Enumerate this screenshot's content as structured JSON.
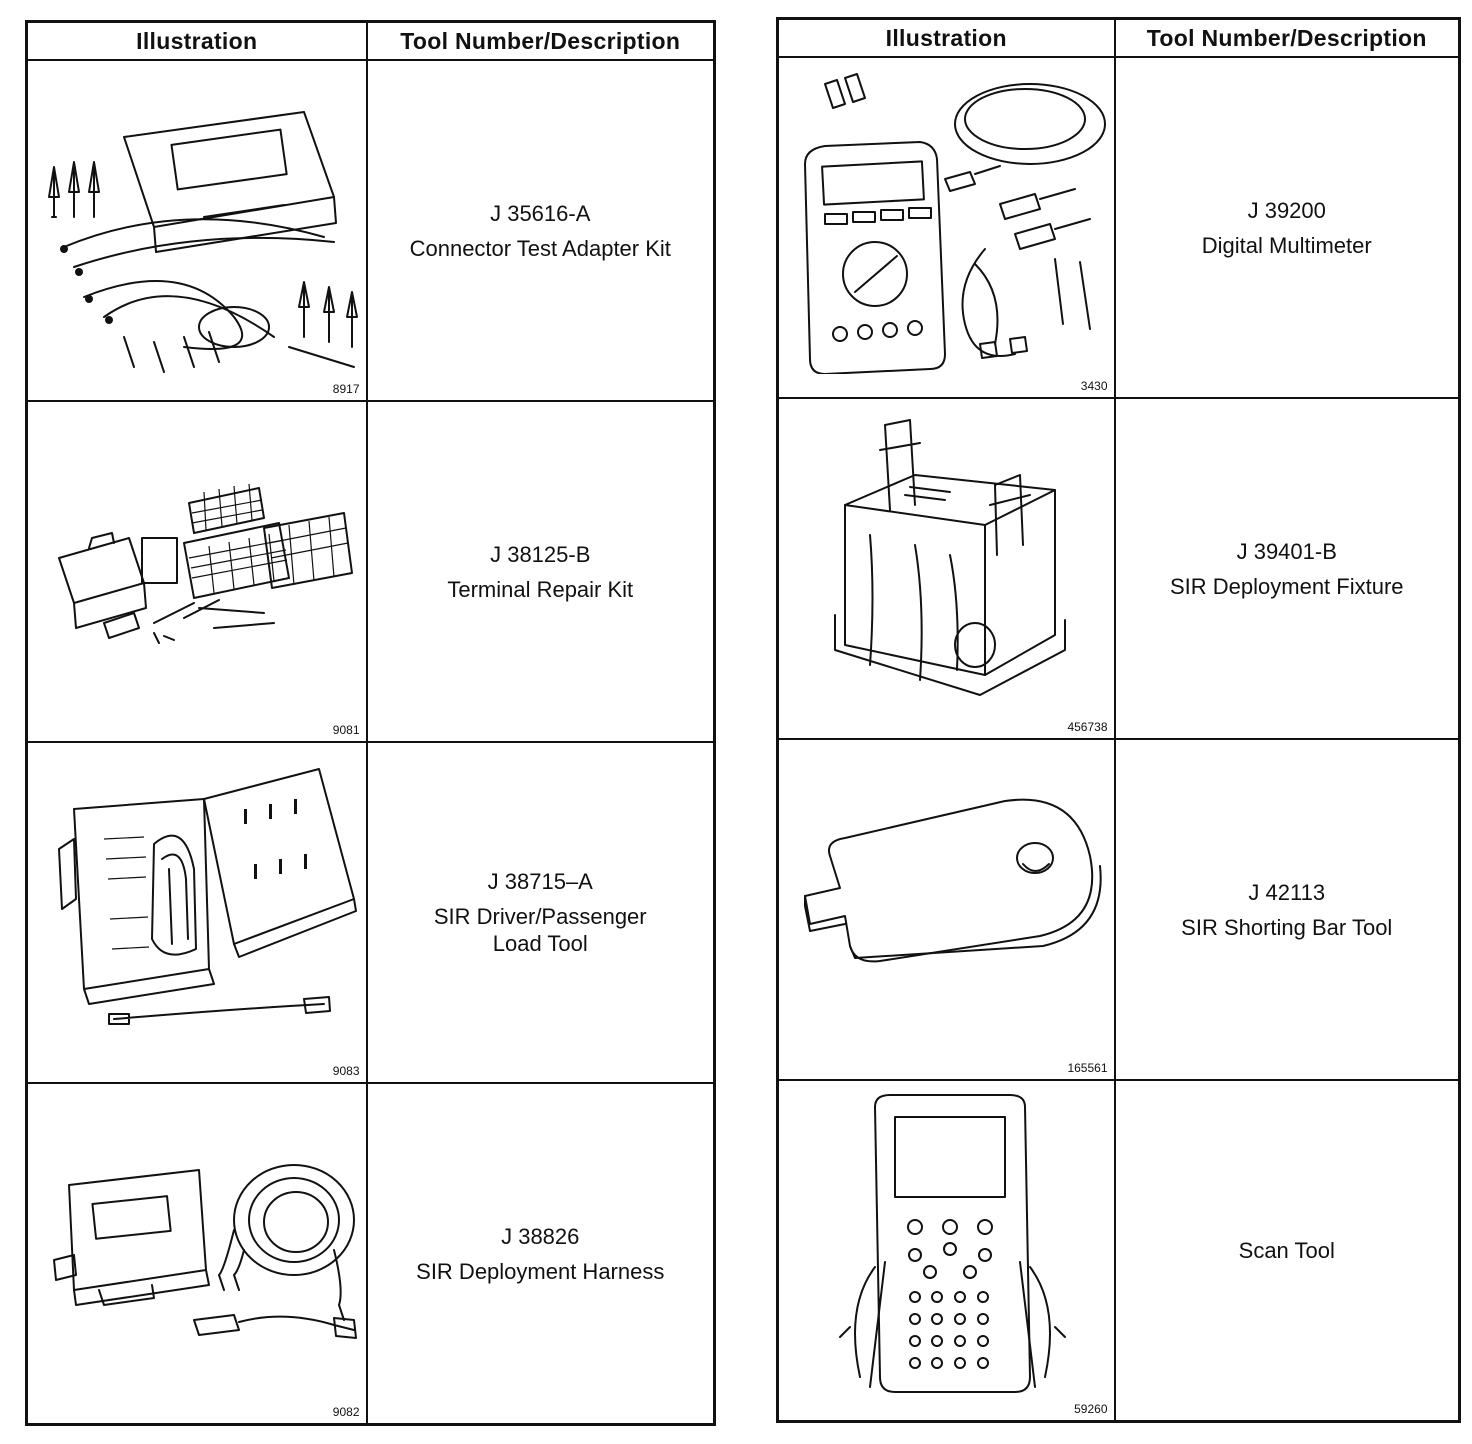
{
  "headers": {
    "illustration": "Illustration",
    "tool": "Tool Number/Description"
  },
  "left_rows": [
    {
      "fig": "8917",
      "number": "J 35616-A",
      "name": "Connector Test Adapter Kit",
      "icon": "connector-test-adapter-kit-icon"
    },
    {
      "fig": "9081",
      "number": "J 38125-B",
      "name": "Terminal Repair Kit",
      "icon": "terminal-repair-kit-icon"
    },
    {
      "fig": "9083",
      "number": "J 38715–A",
      "name": "SIR Driver/Passenger\nLoad Tool",
      "icon": "load-tool-icon"
    },
    {
      "fig": "9082",
      "number": "J 38826",
      "name": "SIR Deployment Harness",
      "icon": "deployment-harness-icon"
    }
  ],
  "right_rows": [
    {
      "fig": "3430",
      "number": "J 39200",
      "name": "Digital Multimeter",
      "icon": "digital-multimeter-icon"
    },
    {
      "fig": "456738",
      "number": "J 39401-B",
      "name": "SIR Deployment Fixture",
      "icon": "deployment-fixture-icon"
    },
    {
      "fig": "165561",
      "number": "J 42113",
      "name": "SIR Shorting Bar Tool",
      "icon": "shorting-bar-tool-icon"
    },
    {
      "fig": "59260",
      "number": "",
      "name": "Scan Tool",
      "icon": "scan-tool-icon"
    }
  ]
}
